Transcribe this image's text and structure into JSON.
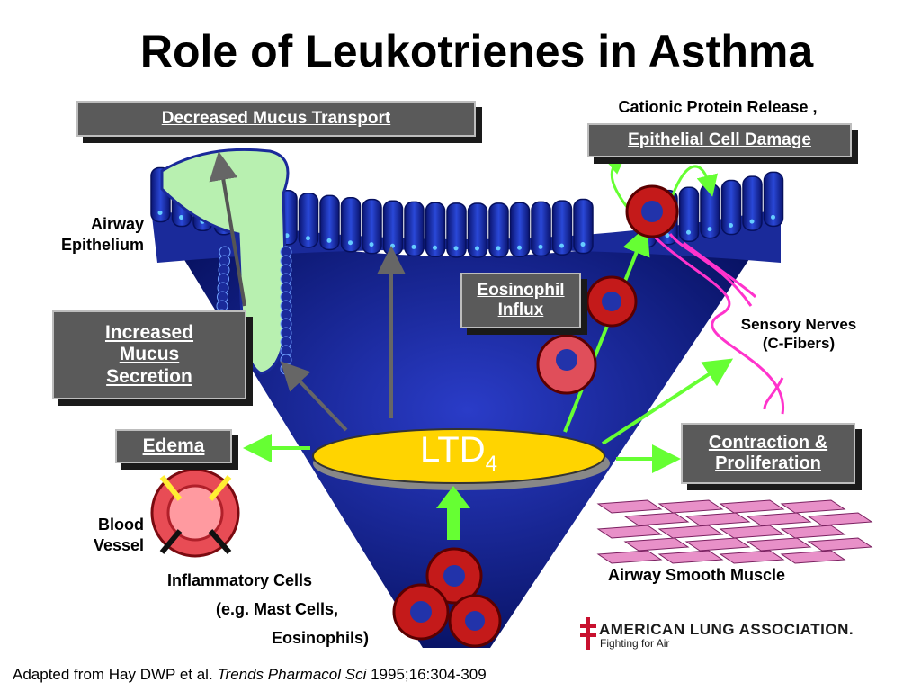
{
  "title": "Role of Leukotrienes in Asthma",
  "boxes": {
    "decreased_mucus": "Decreased Mucus Transport",
    "epithelial_damage": "Epithelial Cell Damage",
    "eosinophil_influx": [
      "Eosinophil",
      "Influx"
    ],
    "increased_mucus": [
      "Increased",
      "Mucus",
      "Secretion"
    ],
    "edema": "Edema",
    "contraction": [
      "Contraction &",
      "Proliferation"
    ]
  },
  "labels": {
    "cationic": "Cationic Protein Release ,",
    "airway_epithelium": [
      "Airway",
      "Epithelium"
    ],
    "sensory_nerves": [
      "Sensory Nerves",
      "(C-Fibers)"
    ],
    "blood_vessel": [
      "Blood",
      "Vessel"
    ],
    "inflammatory": [
      "Inflammatory Cells",
      "(e.g. Mast Cells,",
      "Eosinophils)"
    ],
    "smooth_muscle": "Airway Smooth Muscle"
  },
  "ltd": {
    "main": "LTD",
    "sub": "4"
  },
  "citation": {
    "prefix": "Adapted from Hay DWP et al. ",
    "journal": "Trends Pharmacol Sci",
    "suffix": " 1995;16:304-309"
  },
  "logo": {
    "name": "AMERICAN LUNG ASSOCIATION.",
    "tagline": "Fighting for Air"
  },
  "colors": {
    "airway_blue": "#0a1a8a",
    "box_gray": "#5a5a5a",
    "arrow_green": "#66ff33",
    "ltd_yellow": "#ffd400",
    "nerve_magenta": "#ff33cc",
    "cell_red": "#c41a1a",
    "muscle_pink": "#e890c8"
  }
}
